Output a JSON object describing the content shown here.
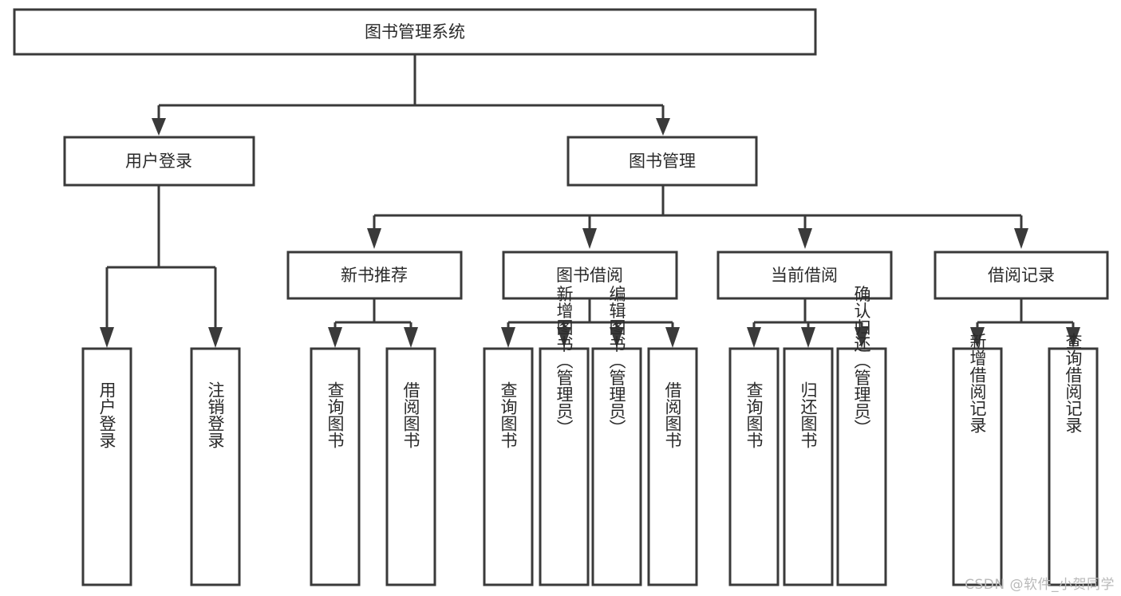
{
  "diagram": {
    "title": "图书管理系统",
    "type": "hierarchy-tree",
    "root": {
      "label": "图书管理系统"
    },
    "level2": [
      {
        "label": "用户登录"
      },
      {
        "label": "图书管理"
      }
    ],
    "level3": [
      {
        "label": "新书推荐"
      },
      {
        "label": "图书借阅"
      },
      {
        "label": "当前借阅"
      },
      {
        "label": "借阅记录"
      }
    ],
    "leaves": {
      "user_login": [
        {
          "label": "用户登录"
        },
        {
          "label": "注销登录"
        }
      ],
      "new_book_recommend": [
        {
          "label": "查询图书"
        },
        {
          "label": "借阅图书"
        }
      ],
      "book_borrow": [
        {
          "label": "查询图书"
        },
        {
          "label": "新增图书（管理员）"
        },
        {
          "label": "编辑图书（管理员）"
        },
        {
          "label": "借阅图书"
        }
      ],
      "current_borrow": [
        {
          "label": "查询图书"
        },
        {
          "label": "归还图书"
        },
        {
          "label": "确认归还（管理员）"
        }
      ],
      "borrow_record": [
        {
          "label": "新增借阅记录"
        },
        {
          "label": "查询借阅记录"
        }
      ]
    }
  },
  "watermark": {
    "text": "CSDN @软件_小贺同学"
  },
  "colors": {
    "box_stroke": "#3a3a3a",
    "box_fill": "#ffffff",
    "text": "#2a2a2a",
    "background": "#ffffff",
    "watermark": "#b9b9b9"
  }
}
